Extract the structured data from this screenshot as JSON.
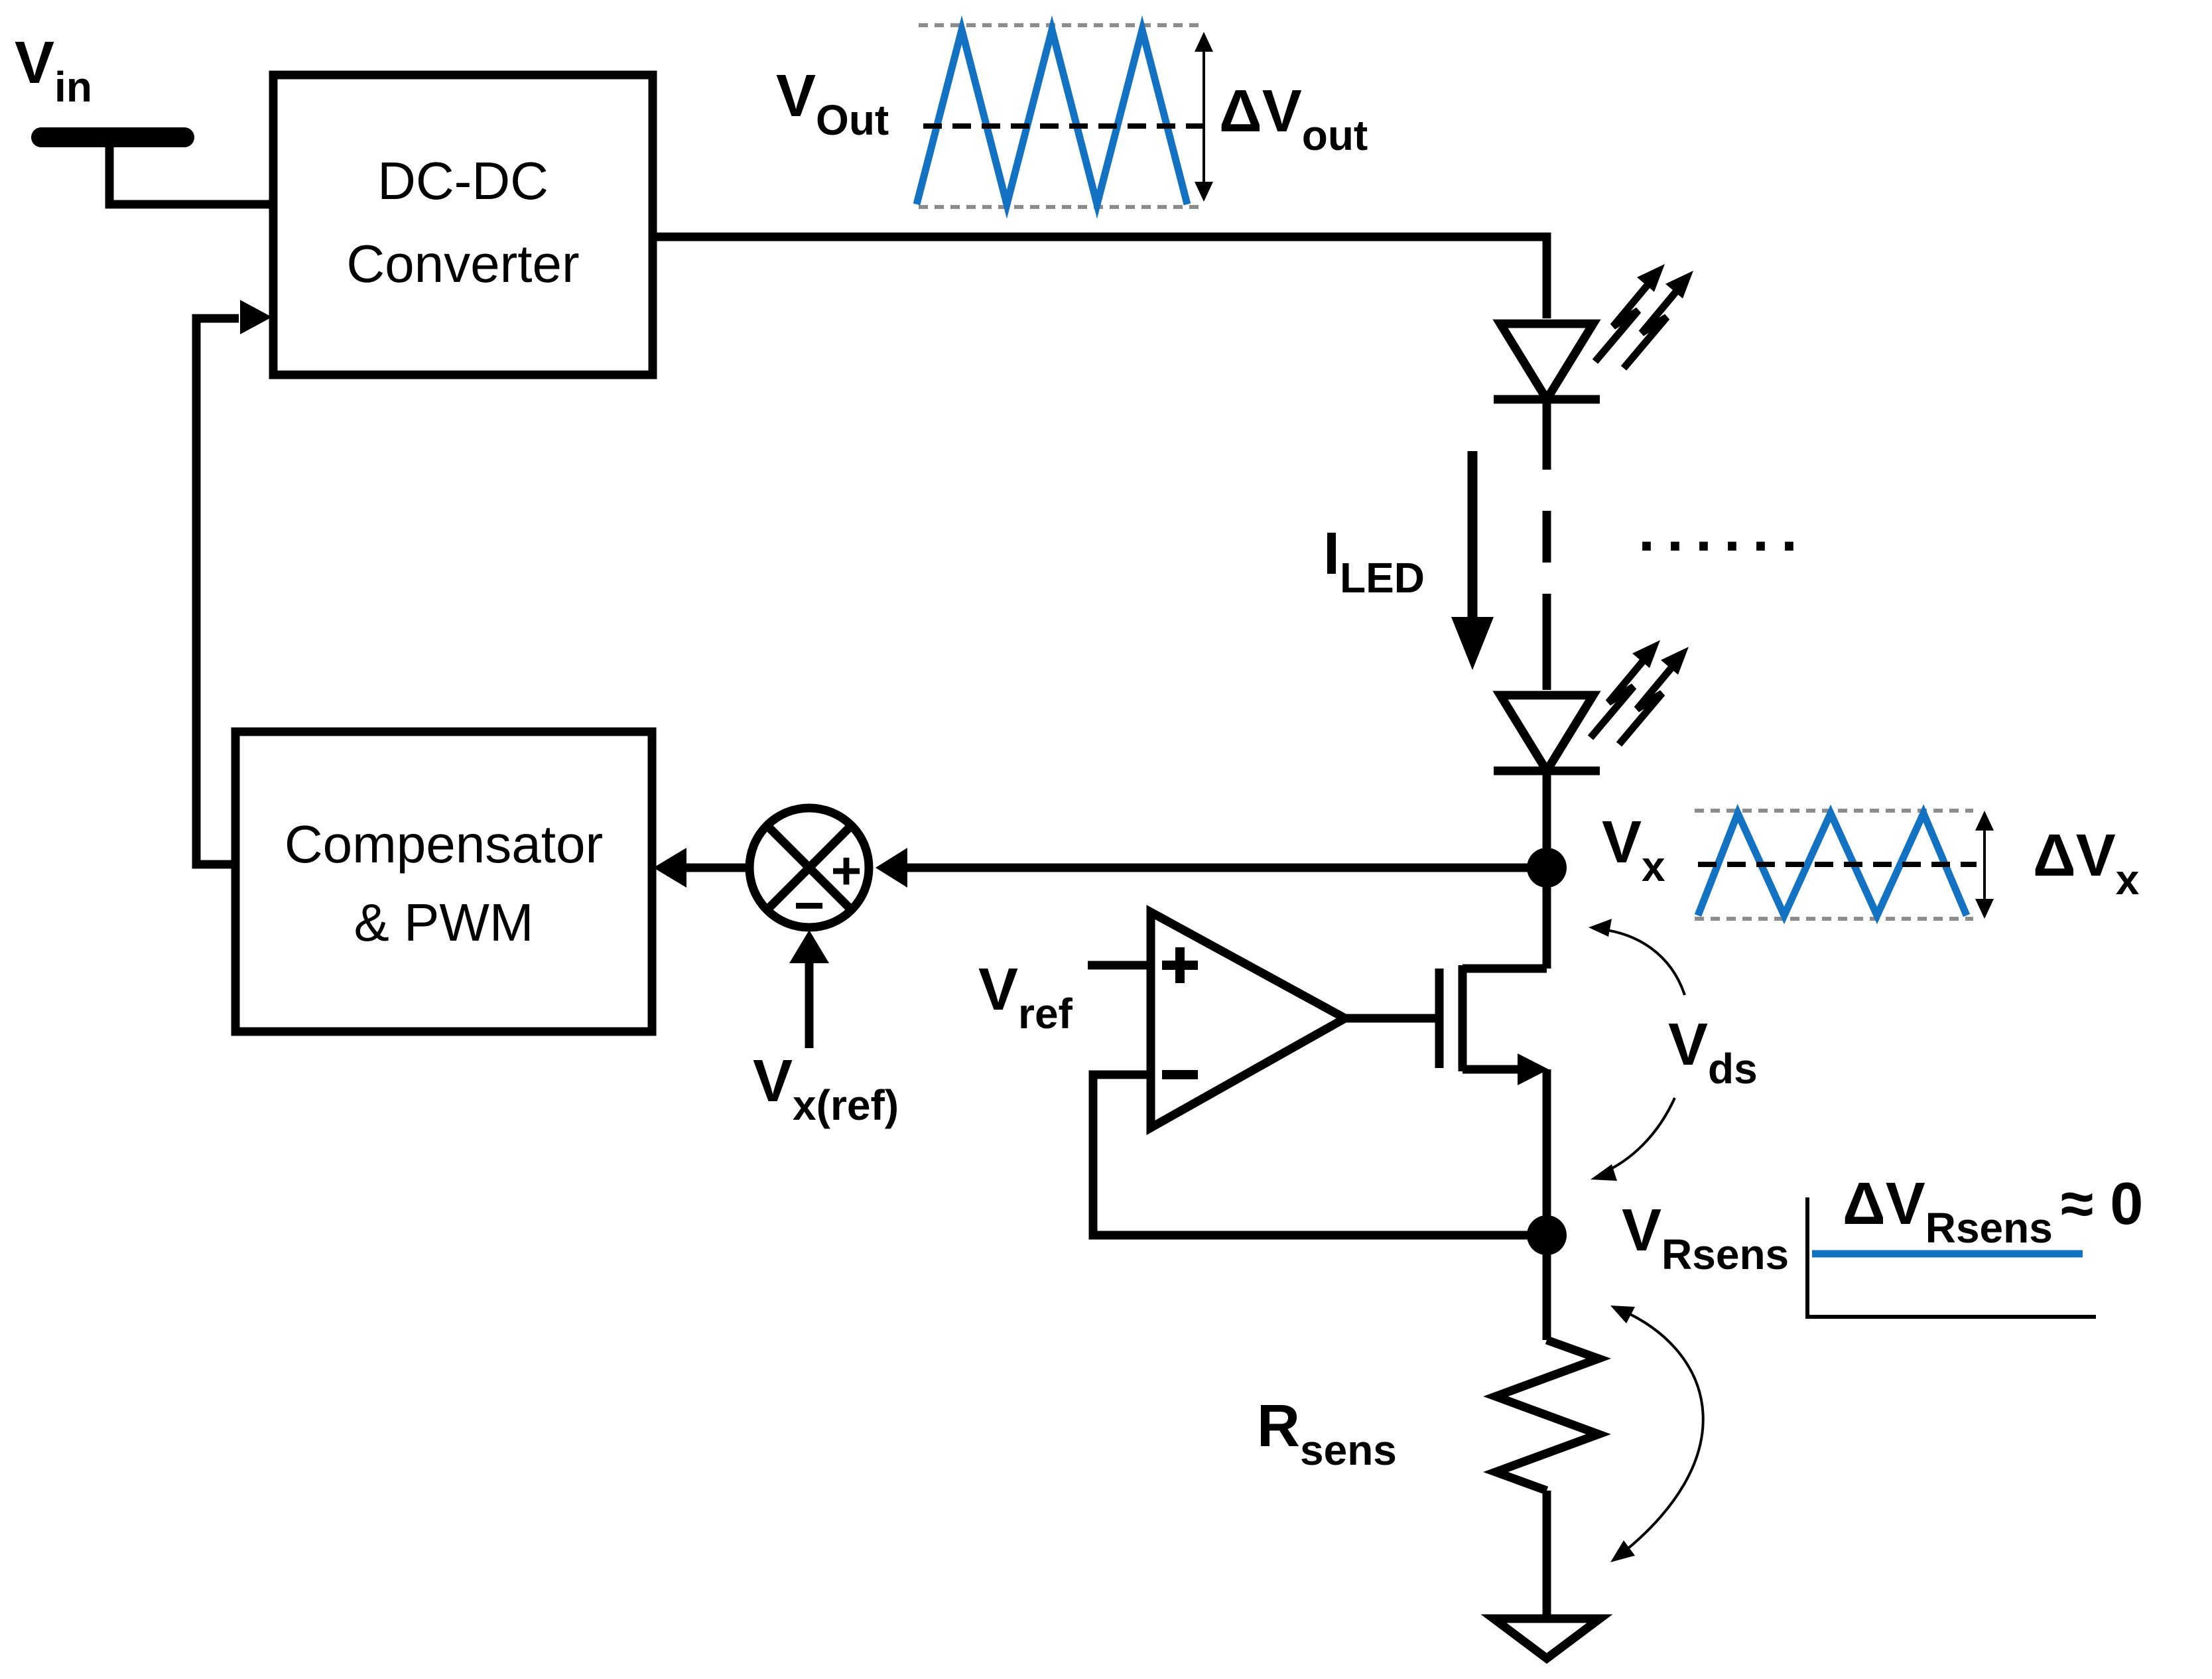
{
  "labels": {
    "vin_main": "V",
    "vin_sub": "in",
    "vout_main": "V",
    "vout_sub": "Out",
    "dvout_main": "ΔV",
    "dvout_sub": "out",
    "iled_main": "I",
    "iled_sub": "LED",
    "dots": "......",
    "vx_main": "V",
    "vx_sub": "x",
    "dvx_main": "ΔV",
    "dvx_sub": "x",
    "vds_main": "V",
    "vds_sub": "ds",
    "vref_main": "V",
    "vref_sub": "ref",
    "vxref_main": "V",
    "vxref_sub": "x(ref)",
    "vrsens_main": "V",
    "vrsens_sub": "Rsens",
    "dvrsens_main": "ΔV",
    "dvrsens_sub": "Rsens",
    "dvrsens_tail": "≈ 0",
    "rsens_main": "R",
    "rsens_sub": "sens",
    "plus_sign": "+",
    "minus_sign": "−"
  },
  "blocks": {
    "converter_line1": "DC-DC",
    "converter_line2": "Converter",
    "compensator_line1": "Compensator",
    "compensator_line2": "& PWM"
  },
  "colors": {
    "wire": "#000000",
    "waveform": "#1372c2",
    "bounds": "#8c8c8c"
  }
}
